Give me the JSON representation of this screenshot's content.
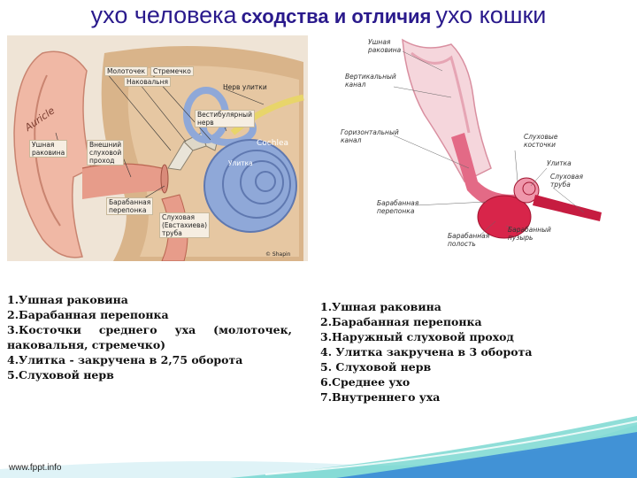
{
  "title": {
    "part1": "ухо человека",
    "part2": "сходства и  отличия",
    "part3": "ухо кошки"
  },
  "human_diagram": {
    "labels": {
      "malleus": "Молоточек",
      "stapes": "Стремечко",
      "incus": "Наковальня",
      "cochlear_nerve": "Нерв улитки",
      "vestibular_nerve": "Вестибулярный\nнерв",
      "cochlea_latin": "Cochlea",
      "cochlea": "Улитка",
      "auricle_latin": "Auricle",
      "auricle": "Ушная\nраковина",
      "external_canal": "Внешний\nслуховой\nпроход",
      "eardrum": "Барабанная\nперепонка",
      "eustachian": "Слуховая\n(Евстахиева)\nтруба",
      "credit": "© Shapin"
    }
  },
  "cat_diagram": {
    "labels": {
      "pinna": "Ушная\nраковина",
      "vertical_canal": "Вертикальный\nканал",
      "horizontal_canal": "Горизонтальный\nканал",
      "ossicles": "Слуховые\nкосточки",
      "cochlea": "Улитка",
      "auditory_tube": "Слуховая\nтруба",
      "eardrum": "Барабанная\nперепонка",
      "tympanic_bulla": "Барабанный\nпузырь",
      "tympanic_cavity": "Барабанная\nполость"
    }
  },
  "human_list": {
    "item1": "1.Ушная раковина",
    "item2": "2.Барабанная перепонка",
    "item3a_1": "3.Косточки",
    "item3a_2": "среднего",
    "item3a_3": "уха",
    "item3a_4": "(молоточек,",
    "item3b": "наковальня, стремечко)",
    "item4": "4.Улитка - закручена в 2,75 оборота",
    "item5": "5.Слуховой нерв"
  },
  "cat_list": [
    "1.Ушная раковина",
    "2.Барабанная перепонка",
    "3.Наружный слуховой  проход",
    "4. Улитка  закручена в 3 оборота",
    "5. Слуховой нерв",
    "6.Среднее ухо",
    "7.Внутреннего уха"
  ],
  "footer": "www.fppt.info",
  "colors": {
    "title": "#2a1a8c",
    "cochlea": "#8fa8d8",
    "flesh": "#e8b9a8",
    "cat_red": "#d8254a",
    "wave_teal": "#5fd0c8",
    "wave_blue": "#2f7fd6"
  }
}
